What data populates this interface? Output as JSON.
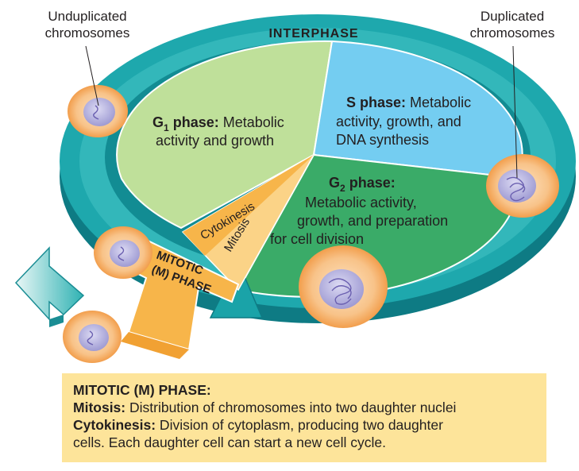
{
  "callouts": {
    "unduplicated_line1": "Unduplicated",
    "unduplicated_line2": "chromosomes",
    "duplicated_line1": "Duplicated",
    "duplicated_line2": "chromosomes"
  },
  "ring_title": "INTERPHASE",
  "g1": {
    "title_g": "G",
    "title_sub": "1",
    "title_rest": " phase:",
    "line1_rest": " Metabolic",
    "line2": "activity and growth"
  },
  "s": {
    "title": "S phase:",
    "line1_rest": " Metabolic",
    "line2": "activity, growth, and",
    "line3": "DNA synthesis"
  },
  "g2": {
    "title_g": "G",
    "title_sub": "2",
    "title_rest": " phase:",
    "line1": "Metabolic activity,",
    "line2": "growth, and preparation",
    "line3": "for cell division"
  },
  "wedge": {
    "cytokinesis": "Cytokinesis",
    "mitosis": "Mitosis",
    "mitotic_line1": "MITOTIC",
    "mitotic_line2": "(M) PHASE"
  },
  "summary": {
    "heading": "MITOTIC (M) PHASE:",
    "mitosis_term": "Mitosis:",
    "mitosis_text": " Distribution of chromosomes into two daughter nuclei",
    "cytokinesis_term": "Cytokinesis:",
    "cytokinesis_text_line1": " Division of cytoplasm, producing two daughter",
    "cytokinesis_text_line2": "cells. Each daughter cell can start a new cell cycle."
  },
  "colors": {
    "ring_teal": "#1aa3a8",
    "ring_teal_dark": "#0f7f86",
    "g1_green": "#bfe09a",
    "s_blue": "#74cdf1",
    "g2_green": "#3bab68",
    "wedge_orange": "#f7b54a",
    "cell_orange": "#f6b26b",
    "nucleus_lilac": "#b9b6e0",
    "summary_bg": "#fde49a"
  }
}
